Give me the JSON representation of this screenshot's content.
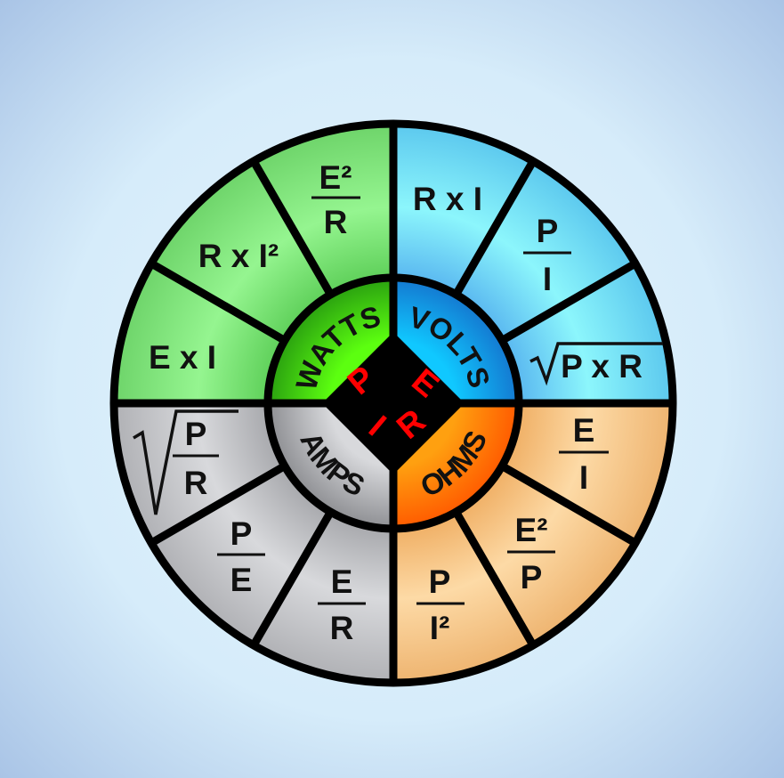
{
  "center": {
    "letters": [
      "P",
      "E",
      "I",
      "R"
    ],
    "color": "#ff0000"
  },
  "quadrants": {
    "watts": {
      "label": "WATTS",
      "outer_color": "#8ef08a",
      "inner_color": "#4fe01c",
      "formulas": [
        {
          "type": "inline",
          "text": "E x I"
        },
        {
          "type": "inline",
          "text": "R x I²"
        },
        {
          "type": "fraction",
          "num": "E²",
          "den": "R"
        }
      ]
    },
    "volts": {
      "label": "VOLTS",
      "outer_color": "#88f4fb",
      "inner_color": "#1ab4f0",
      "formulas": [
        {
          "type": "inline",
          "text": "R x I"
        },
        {
          "type": "fraction",
          "num": "P",
          "den": "I"
        },
        {
          "type": "sqrt",
          "text": "P x R"
        }
      ]
    },
    "ohms": {
      "label": "OHMS",
      "outer_color": "#fdd59e",
      "inner_color": "#ff8410",
      "formulas": [
        {
          "type": "fraction",
          "num": "E",
          "den": "I"
        },
        {
          "type": "fraction",
          "num": "E²",
          "den": "P"
        },
        {
          "type": "fraction",
          "num": "P",
          "den": "I²"
        }
      ]
    },
    "amps": {
      "label": "AMPS",
      "outer_color": "#d4d5d8",
      "inner_color": "#c6c7ca",
      "formulas": [
        {
          "type": "fraction",
          "num": "E",
          "den": "R"
        },
        {
          "type": "fraction",
          "num": "P",
          "den": "E"
        },
        {
          "type": "sqrt-fraction",
          "num": "P",
          "den": "R"
        }
      ]
    }
  }
}
